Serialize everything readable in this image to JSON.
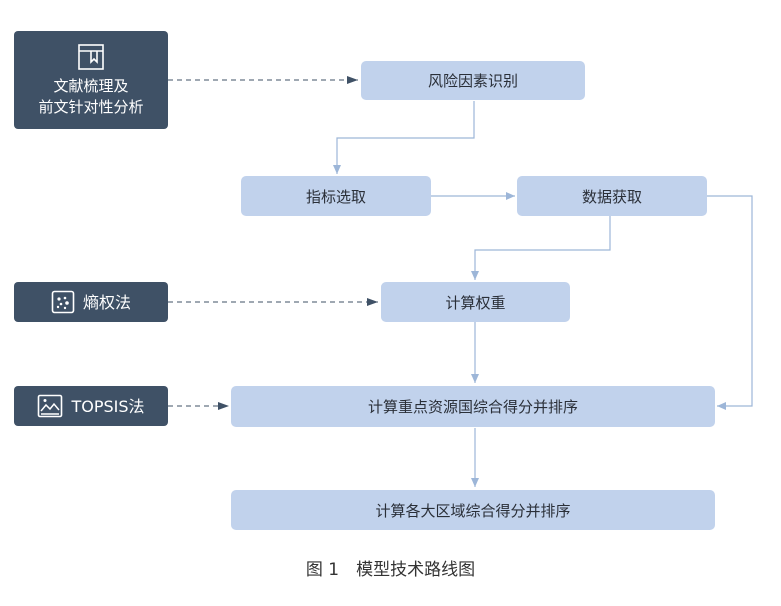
{
  "inputs": {
    "literature": {
      "line1": "文献梳理及",
      "line2": "前文针对性分析"
    },
    "entropy": {
      "label": "熵权法"
    },
    "topsis": {
      "label": "TOPSIS法"
    }
  },
  "steps": {
    "risk": "风险因素识别",
    "indicator": "指标选取",
    "data": "数据获取",
    "weight": "计算权重",
    "country_score": "计算重点资源国综合得分并排序",
    "region_score": "计算各大区域综合得分并排序"
  },
  "caption": "图 1　模型技术路线图",
  "colors": {
    "dark_box": "#3f5166",
    "light_box": "#c1d2ec",
    "arrow": "#9db6d8",
    "dashed": "#3f5166"
  },
  "icons": [
    "bookmark-icon",
    "dots-icon",
    "image-icon"
  ]
}
